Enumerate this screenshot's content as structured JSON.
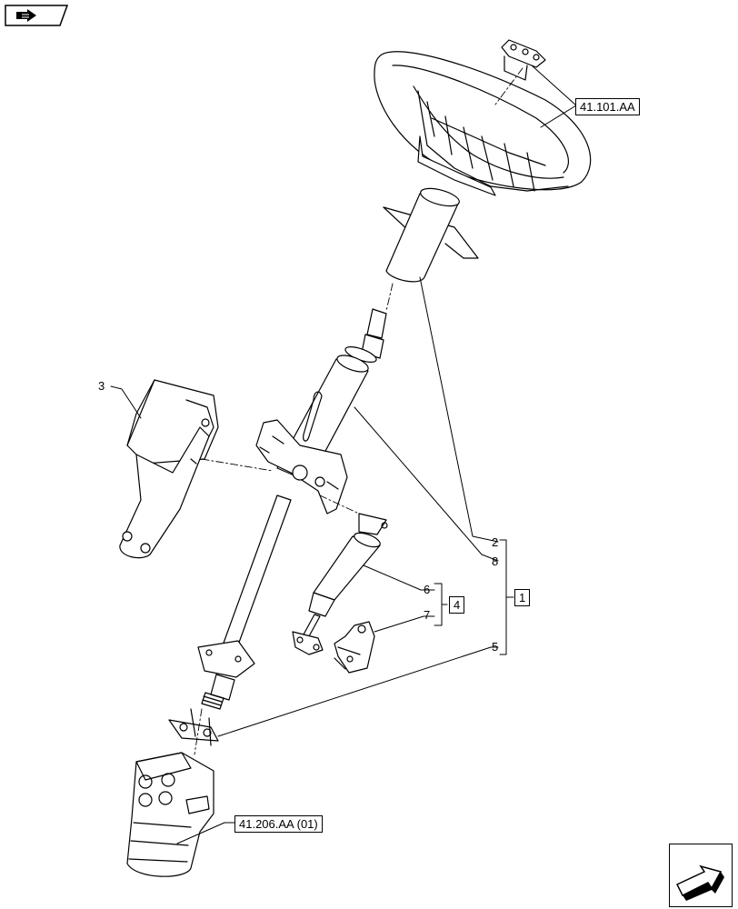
{
  "nav": {
    "top_icon": "book-arrow-icon",
    "bottom_icon": "next-page-arrow-icon"
  },
  "references": {
    "steering_wheel": "41.101.AA",
    "steering_unit": "41.206.AA (01)"
  },
  "callouts": {
    "c1": "1",
    "c2": "2",
    "c3": "3",
    "c4": "4",
    "c5": "5",
    "c6": "6",
    "c7": "7",
    "c8": "8"
  }
}
